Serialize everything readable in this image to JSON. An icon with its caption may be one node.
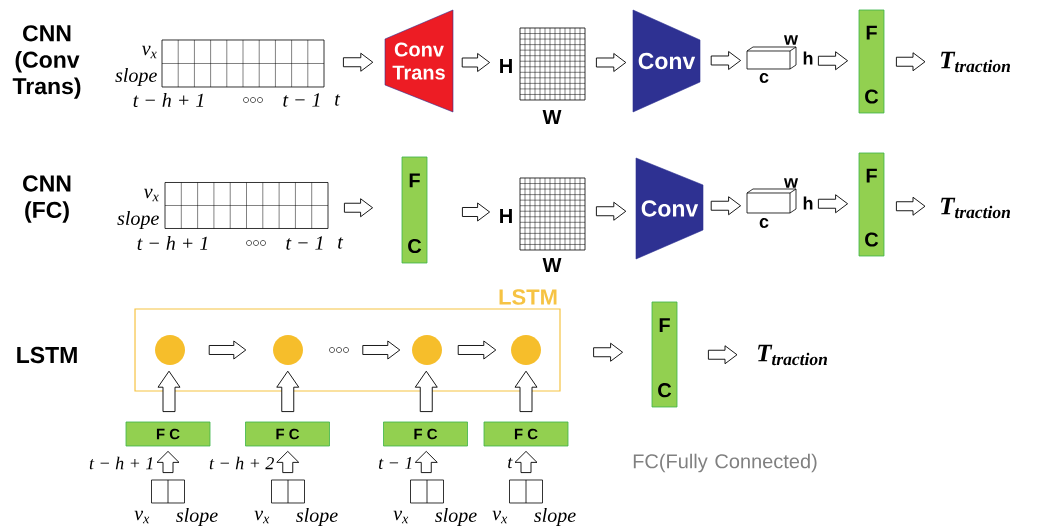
{
  "diagram": {
    "nodes": [
      {
        "text": [],
        "shape": "box",
        "beside": [
          "v$_{x}$",
          "slope",
          "t − h + 1",
          "t − 1",
          "t"
        ]
      },
      {
        "text": [
          "Conv Trans"
        ]
      },
      {
        "text": [],
        "shape": "box",
        "beside": [
          "H",
          "W"
        ]
      },
      {
        "text": [
          "Conv"
        ]
      },
      {
        "text": [],
        "shape": "box",
        "beside": [
          "w",
          "h",
          "c"
        ]
      },
      {
        "text": [
          "F",
          "C"
        ]
      },
      {
        "text": [
          "T$_{traction}$"
        ]
      },
      {
        "text": [],
        "shape": "box",
        "beside": [
          "v$_{x}$",
          "slope",
          "t − h + 1",
          "t − 1",
          "t"
        ]
      },
      {
        "text": [
          "F",
          "C"
        ]
      },
      {
        "text": [],
        "shape": "box",
        "beside": [
          "H",
          "W"
        ]
      },
      {
        "text": [
          "Conv"
        ]
      },
      {
        "text": [],
        "shape": "box",
        "beside": [
          "w",
          "h",
          "c"
        ]
      },
      {
        "text": [
          "F",
          "C"
        ]
      },
      {
        "text": [
          "T$_{traction}$"
        ]
      },
      {
        "text": [
          "LSTM"
        ]
      },
      {
        "text": [],
        "shape": "circle",
        "in": 14
      },
      {
        "text": [],
        "shape": "circle",
        "in": 14
      },
      {
        "text": [],
        "shape": "circle",
        "in": 14
      },
      {
        "text": [],
        "shape": "circle",
        "in": 14
      },
      {
        "text": [
          "F",
          "C"
        ]
      },
      {
        "text": [
          "T$_{traction}$"
        ]
      },
      {
        "text": [
          "F C"
        ]
      },
      {
        "text": [
          "F C"
        ]
      },
      {
        "text": [
          "F C"
        ]
      },
      {
        "text": [
          "F C"
        ]
      },
      {
        "text": [],
        "shape": "box",
        "beside": [
          "t − h + 1",
          "v$_{x}$",
          "slope"
        ]
      },
      {
        "text": [],
        "shape": "box",
        "beside": [
          "t − h + 2",
          "v$_{x}$",
          "slope"
        ]
      },
      {
        "text": [],
        "shape": "box",
        "beside": [
          "t − 1",
          "v$_{x}$",
          "slope"
        ]
      },
      {
        "text": [],
        "shape": "box",
        "beside": [
          "t",
          "v$_{x}$",
          "slope"
        ]
      }
    ],
    "edges": [
      {
        "from": 0,
        "to": 1,
        "arrow": "to"
      },
      {
        "from": 1,
        "to": 2,
        "arrow": "to"
      },
      {
        "from": 2,
        "to": 3,
        "arrow": "to"
      },
      {
        "from": 3,
        "to": 4,
        "arrow": "to"
      },
      {
        "from": 4,
        "to": 5,
        "arrow": "to"
      },
      {
        "from": 5,
        "to": 6,
        "arrow": "to"
      },
      {
        "from": 7,
        "to": 8,
        "arrow": "to"
      },
      {
        "from": 8,
        "to": 9,
        "arrow": "to"
      },
      {
        "from": 9,
        "to": 10,
        "arrow": "to"
      },
      {
        "from": 10,
        "to": 11,
        "arrow": "to"
      },
      {
        "from": 11,
        "to": 12,
        "arrow": "to"
      },
      {
        "from": 12,
        "to": 13,
        "arrow": "to"
      },
      {
        "from": 15,
        "to": 16,
        "arrow": "to"
      },
      {
        "from": null,
        "to": 17,
        "arrow": "to"
      },
      {
        "from": 17,
        "to": 18,
        "arrow": "to"
      },
      {
        "from": 14,
        "to": 19,
        "arrow": "to"
      },
      {
        "from": 19,
        "to": 20,
        "arrow": "to"
      },
      {
        "from": 21,
        "to": 15,
        "arrow": "to"
      },
      {
        "from": 22,
        "to": 16,
        "arrow": "to"
      },
      {
        "from": 23,
        "to": 17,
        "arrow": "to"
      },
      {
        "from": 24,
        "to": 18,
        "arrow": "to"
      },
      {
        "from": 25,
        "to": 21,
        "arrow": "to"
      },
      {
        "from": 26,
        "to": 22,
        "arrow": "to"
      },
      {
        "from": 27,
        "to": 23,
        "arrow": "to"
      },
      {
        "from": 28,
        "to": 24,
        "arrow": "to"
      }
    ],
    "labels": [
      "CNN (Conv Trans)",
      "CNN (FC)",
      "LSTM",
      "FC(Fully Connected)"
    ]
  }
}
